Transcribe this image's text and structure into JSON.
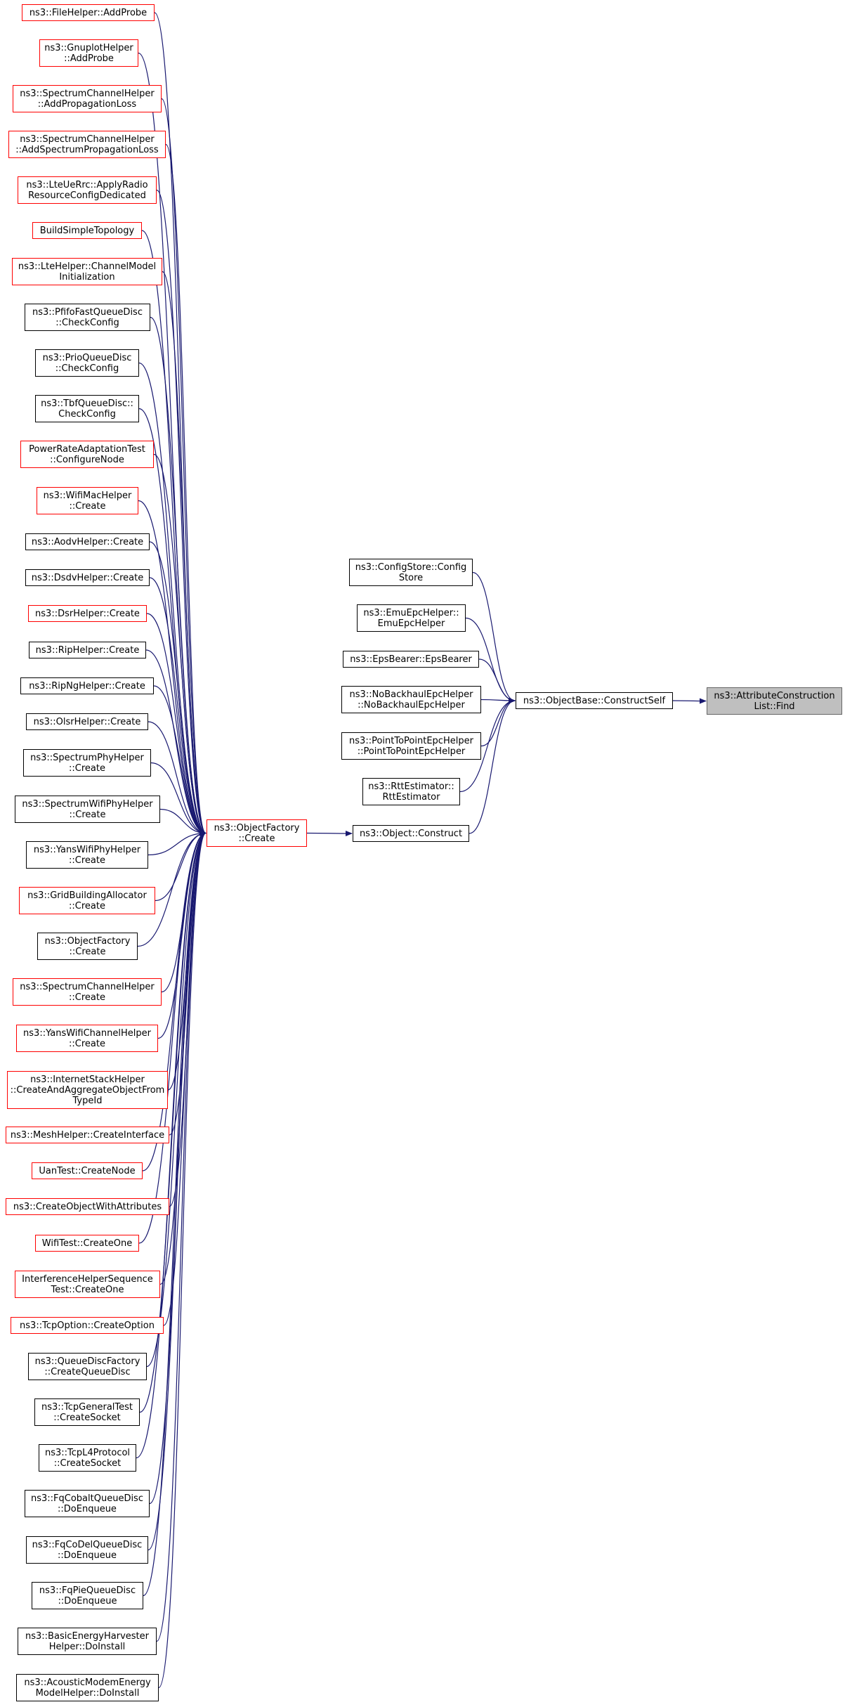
{
  "colors": {
    "edge": "#191970",
    "red_border": "#ff0000",
    "black_border": "#000000",
    "root_fill": "#bfbfbf"
  },
  "nodes": {
    "n0": {
      "label": "ns3::FileHelper::AddProbe",
      "style": "red"
    },
    "n1": {
      "label": "ns3::GnuplotHelper\n::AddProbe",
      "style": "red"
    },
    "n2": {
      "label": "ns3::SpectrumChannelHelper\n::AddPropagationLoss",
      "style": "red"
    },
    "n3": {
      "label": "ns3::SpectrumChannelHelper\n::AddSpectrumPropagationLoss",
      "style": "red"
    },
    "n4": {
      "label": "ns3::LteUeRrc::ApplyRadio\nResourceConfigDedicated",
      "style": "red"
    },
    "n5": {
      "label": "BuildSimpleTopology",
      "style": "red"
    },
    "n6": {
      "label": "ns3::LteHelper::ChannelModel\nInitialization",
      "style": "red"
    },
    "n7": {
      "label": "ns3::PfifoFastQueueDisc\n::CheckConfig",
      "style": "black"
    },
    "n8": {
      "label": "ns3::PrioQueueDisc\n::CheckConfig",
      "style": "black"
    },
    "n9": {
      "label": "ns3::TbfQueueDisc::\nCheckConfig",
      "style": "black"
    },
    "n10": {
      "label": "PowerRateAdaptationTest\n::ConfigureNode",
      "style": "red"
    },
    "n11": {
      "label": "ns3::WifiMacHelper\n::Create",
      "style": "red"
    },
    "n12": {
      "label": "ns3::AodvHelper::Create",
      "style": "black"
    },
    "n13": {
      "label": "ns3::DsdvHelper::Create",
      "style": "black"
    },
    "n14": {
      "label": "ns3::DsrHelper::Create",
      "style": "red"
    },
    "n15": {
      "label": "ns3::RipHelper::Create",
      "style": "black"
    },
    "n16": {
      "label": "ns3::RipNgHelper::Create",
      "style": "black"
    },
    "n17": {
      "label": "ns3::OlsrHelper::Create",
      "style": "black"
    },
    "n18": {
      "label": "ns3::SpectrumPhyHelper\n::Create",
      "style": "black"
    },
    "n19": {
      "label": "ns3::SpectrumWifiPhyHelper\n::Create",
      "style": "black"
    },
    "n20": {
      "label": "ns3::YansWifiPhyHelper\n::Create",
      "style": "black"
    },
    "n21": {
      "label": "ns3::GridBuildingAllocator\n::Create",
      "style": "red"
    },
    "n22": {
      "label": "ns3::ObjectFactory\n::Create",
      "style": "black"
    },
    "n23": {
      "label": "ns3::SpectrumChannelHelper\n::Create",
      "style": "red"
    },
    "n24": {
      "label": "ns3::YansWifiChannelHelper\n::Create",
      "style": "red"
    },
    "n25": {
      "label": "ns3::InternetStackHelper\n::CreateAndAggregateObjectFrom\nTypeId",
      "style": "red"
    },
    "n26": {
      "label": "ns3::MeshHelper::CreateInterface",
      "style": "red"
    },
    "n27": {
      "label": "UanTest::CreateNode",
      "style": "red"
    },
    "n28": {
      "label": "ns3::CreateObjectWithAttributes",
      "style": "red"
    },
    "n29": {
      "label": "WifiTest::CreateOne",
      "style": "red"
    },
    "n30": {
      "label": "InterferenceHelperSequence\nTest::CreateOne",
      "style": "red"
    },
    "n31": {
      "label": "ns3::TcpOption::CreateOption",
      "style": "red"
    },
    "n32": {
      "label": "ns3::QueueDiscFactory\n::CreateQueueDisc",
      "style": "black"
    },
    "n33": {
      "label": "ns3::TcpGeneralTest\n::CreateSocket",
      "style": "black"
    },
    "n34": {
      "label": "ns3::TcpL4Protocol\n::CreateSocket",
      "style": "black"
    },
    "n35": {
      "label": "ns3::FqCobaltQueueDisc\n::DoEnqueue",
      "style": "black"
    },
    "n36": {
      "label": "ns3::FqCoDelQueueDisc\n::DoEnqueue",
      "style": "black"
    },
    "n37": {
      "label": "ns3::FqPieQueueDisc\n::DoEnqueue",
      "style": "black"
    },
    "n38": {
      "label": "ns3::BasicEnergyHarvester\nHelper::DoInstall",
      "style": "black"
    },
    "n39": {
      "label": "ns3::AcousticModemEnergy\nModelHelper::DoInstall",
      "style": "black"
    },
    "of": {
      "label": "ns3::ObjectFactory\n::Create",
      "style": "red"
    },
    "oc": {
      "label": "ns3::Object::Construct",
      "style": "black"
    },
    "m0": {
      "label": "ns3::ConfigStore::Config\nStore",
      "style": "black"
    },
    "m1": {
      "label": "ns3::EmuEpcHelper::\nEmuEpcHelper",
      "style": "black"
    },
    "m2": {
      "label": "ns3::EpsBearer::EpsBearer",
      "style": "black"
    },
    "m3": {
      "label": "ns3::NoBackhaulEpcHelper\n::NoBackhaulEpcHelper",
      "style": "black"
    },
    "m4": {
      "label": "ns3::PointToPointEpcHelper\n::PointToPointEpcHelper",
      "style": "black"
    },
    "m5": {
      "label": "ns3::RttEstimator::\nRttEstimator",
      "style": "black"
    },
    "cs": {
      "label": "ns3::ObjectBase::ConstructSelf",
      "style": "black"
    },
    "root": {
      "label": "ns3::AttributeConstruction\nList::Find",
      "style": "root"
    }
  },
  "edges": [
    [
      "n0",
      "of"
    ],
    [
      "n1",
      "of"
    ],
    [
      "n2",
      "of"
    ],
    [
      "n3",
      "of"
    ],
    [
      "n4",
      "of"
    ],
    [
      "n5",
      "of"
    ],
    [
      "n6",
      "of"
    ],
    [
      "n7",
      "of"
    ],
    [
      "n8",
      "of"
    ],
    [
      "n9",
      "of"
    ],
    [
      "n10",
      "of"
    ],
    [
      "n11",
      "of"
    ],
    [
      "n12",
      "of"
    ],
    [
      "n13",
      "of"
    ],
    [
      "n14",
      "of"
    ],
    [
      "n15",
      "of"
    ],
    [
      "n16",
      "of"
    ],
    [
      "n17",
      "of"
    ],
    [
      "n18",
      "of"
    ],
    [
      "n19",
      "of"
    ],
    [
      "n20",
      "of"
    ],
    [
      "n21",
      "of"
    ],
    [
      "n22",
      "of"
    ],
    [
      "n23",
      "of"
    ],
    [
      "n24",
      "of"
    ],
    [
      "n25",
      "of"
    ],
    [
      "n26",
      "of"
    ],
    [
      "n27",
      "of"
    ],
    [
      "n28",
      "of"
    ],
    [
      "n29",
      "of"
    ],
    [
      "n30",
      "of"
    ],
    [
      "n31",
      "of"
    ],
    [
      "n32",
      "of"
    ],
    [
      "n33",
      "of"
    ],
    [
      "n34",
      "of"
    ],
    [
      "n35",
      "of"
    ],
    [
      "n36",
      "of"
    ],
    [
      "n37",
      "of"
    ],
    [
      "n38",
      "of"
    ],
    [
      "n39",
      "of"
    ],
    [
      "of",
      "oc"
    ],
    [
      "oc",
      "cs"
    ],
    [
      "m0",
      "cs"
    ],
    [
      "m1",
      "cs"
    ],
    [
      "m2",
      "cs"
    ],
    [
      "m3",
      "cs"
    ],
    [
      "m4",
      "cs"
    ],
    [
      "m5",
      "cs"
    ],
    [
      "cs",
      "root"
    ]
  ]
}
